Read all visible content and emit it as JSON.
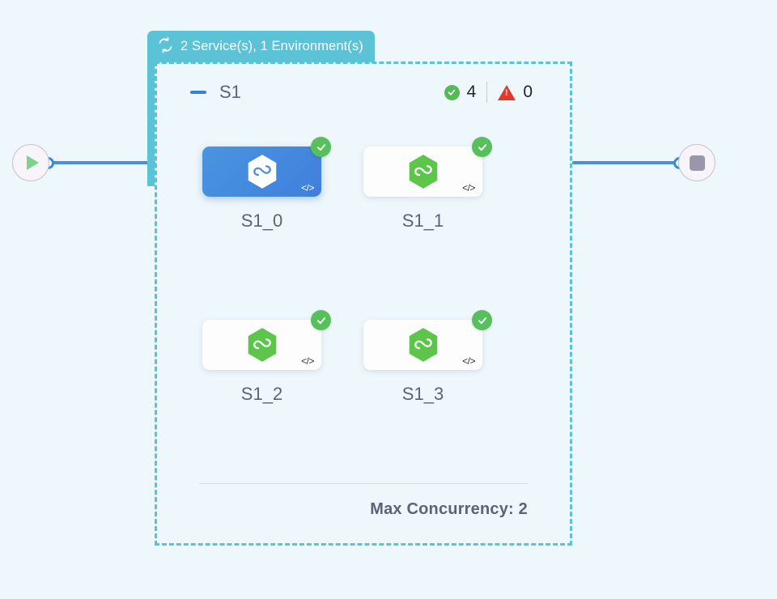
{
  "canvas": {
    "background_color": "#eef7fb"
  },
  "terminals": {
    "start": {
      "icon": "play-icon",
      "label": "Start"
    },
    "end": {
      "icon": "stop-icon",
      "label": "End"
    }
  },
  "group": {
    "tab": {
      "icon": "loop-sync-icon",
      "label": "2 Service(s), 1 Environment(s)",
      "background_color": "#5cc3d6",
      "text_color": "#ffffff"
    },
    "border_color": "#5cc3d6",
    "header": {
      "collapse_icon": "minus-icon",
      "title": "S1",
      "stats": {
        "success_icon": "check-circle-icon",
        "success_count": "4",
        "warning_icon": "warning-triangle-icon",
        "warning_count": "0",
        "success_color": "#55b955",
        "warning_color": "#e0392b"
      }
    },
    "nodes": [
      {
        "label": "S1_0",
        "selected": true,
        "status_icon": "check-circle-icon",
        "code_icon": "code-brackets-icon",
        "logo_icon": "hexagon-infinity-icon",
        "logo_color": "#ffffff",
        "card_color": "#4a90dd"
      },
      {
        "label": "S1_1",
        "selected": false,
        "status_icon": "check-circle-icon",
        "code_icon": "code-brackets-icon",
        "logo_icon": "hexagon-infinity-icon",
        "logo_color": "#5cc54a",
        "card_color": "#fdfdfd"
      },
      {
        "label": "S1_2",
        "selected": false,
        "status_icon": "check-circle-icon",
        "code_icon": "code-brackets-icon",
        "logo_icon": "hexagon-infinity-icon",
        "logo_color": "#5cc54a",
        "card_color": "#fdfdfd"
      },
      {
        "label": "S1_3",
        "selected": false,
        "status_icon": "check-circle-icon",
        "code_icon": "code-brackets-icon",
        "logo_icon": "hexagon-infinity-icon",
        "logo_color": "#5cc54a",
        "card_color": "#fdfdfd"
      }
    ],
    "footer": {
      "text": "Max Concurrency: 2"
    }
  }
}
